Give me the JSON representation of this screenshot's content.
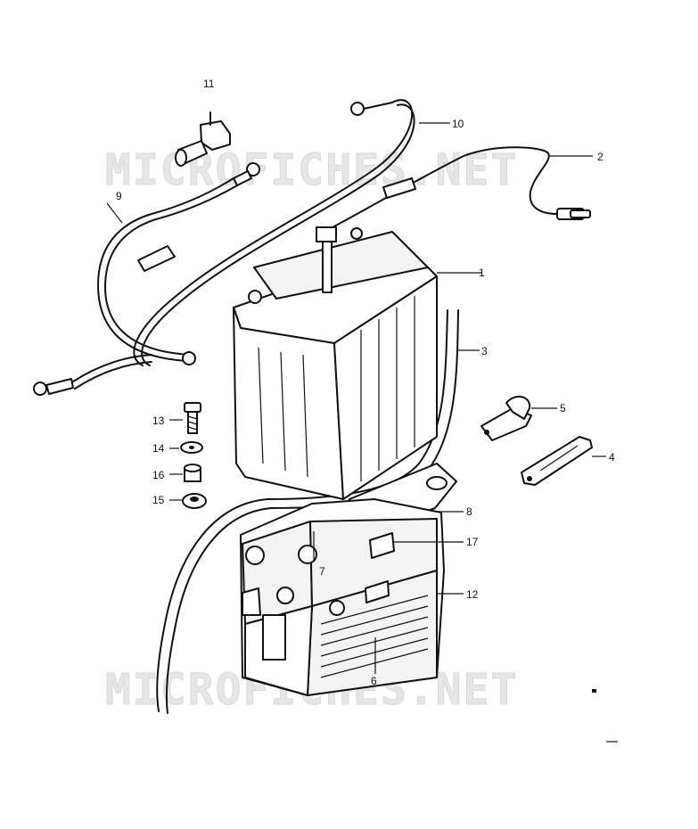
{
  "watermarks": {
    "top": "MICROFICHES.NET",
    "bottom": "MICROFICHES.NET"
  },
  "callouts": {
    "p1": "1",
    "p2": "2",
    "p3": "3",
    "p4": "4",
    "p5": "5",
    "p6": "6",
    "p7": "7",
    "p8": "8",
    "p9": "9",
    "p10": "10",
    "p11": "11",
    "p12": "12",
    "p13": "13",
    "p14": "14",
    "p15": "15",
    "p16": "16",
    "p17": "17"
  }
}
